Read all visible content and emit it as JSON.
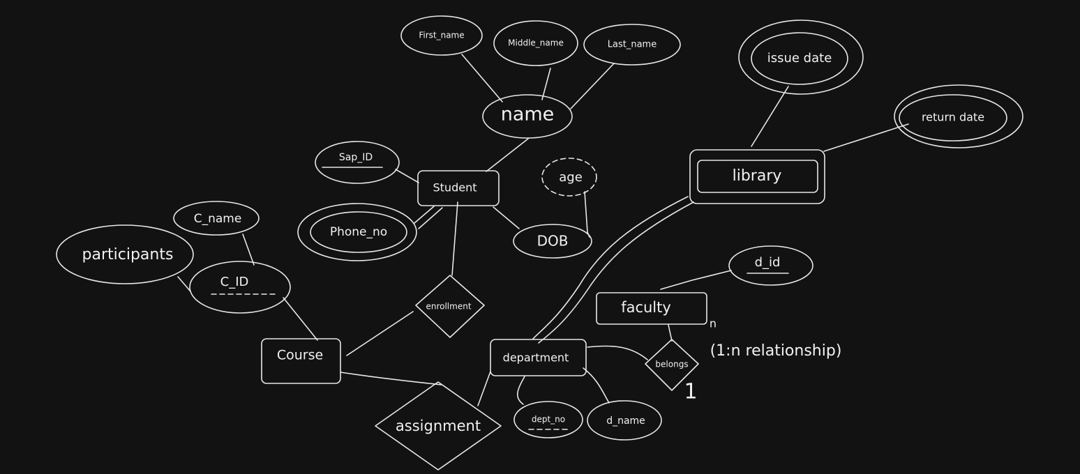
{
  "diagram": {
    "entities": {
      "student": "Student",
      "library": "library",
      "course": "Course",
      "faculty": "faculty",
      "department": "department"
    },
    "attributes": {
      "first_name": "First_name",
      "middle_name": "Middle_name",
      "last_name": "Last_name",
      "name": "name",
      "issue_date": "issue date",
      "return_date": "return date",
      "sap_id": "Sap_ID",
      "age": "age",
      "phone_no": "Phone_no",
      "dob": "DOB",
      "c_name": "C_name",
      "participants": "participants",
      "c_id": "C_ID",
      "d_id": "d_id",
      "dept_no": "dept_no",
      "d_name": "d_name"
    },
    "relationships": {
      "enrollment": "enrollment",
      "belongs": "belongs",
      "assignment": "assignment"
    },
    "annotations": {
      "cardinality_n": "n",
      "cardinality_1": "1",
      "relationship_note": "(1:n relationship)"
    }
  }
}
